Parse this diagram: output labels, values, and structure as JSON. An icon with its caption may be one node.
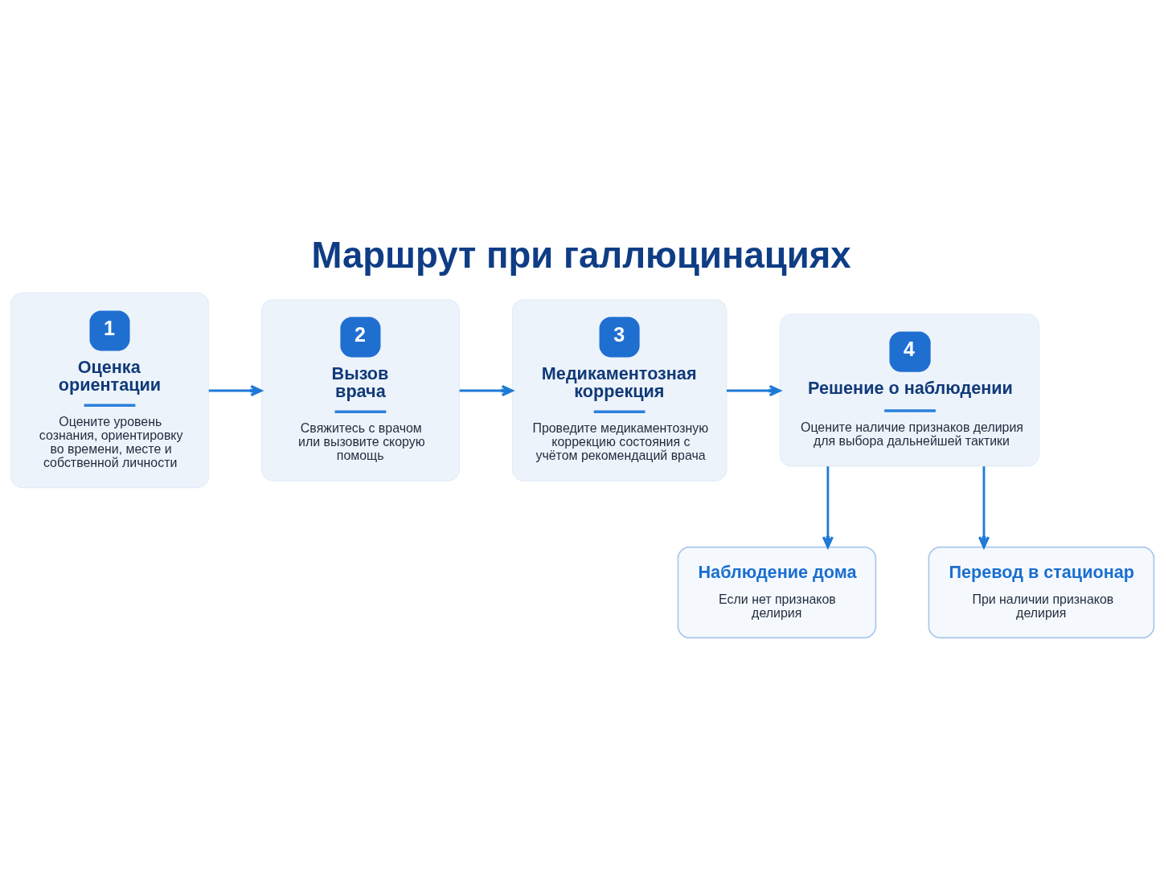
{
  "diagram": {
    "title": "Маршрут при галлюцинациях",
    "nodes": [
      {
        "text": [
          "1",
          "Оценка ориентации",
          "Оцените уровень сознания, ориентировку во времени, месте и собственной личности"
        ]
      },
      {
        "text": [
          "2",
          "Вызов врача",
          "Свяжитесь с врачом или вызовите скорую помощь"
        ]
      },
      {
        "text": [
          "3",
          "Медикаментозная коррекция",
          "Проведите медикаментозную коррекцию состояния с учётом рекомендаций врача"
        ]
      },
      {
        "text": [
          "4",
          "Решение о наблюдении",
          "Оцените наличие признаков делирия для выбора дальнейшей тактики"
        ]
      },
      {
        "text": [
          "Наблюдение дома",
          "Если нет признаков делирия"
        ]
      },
      {
        "text": [
          "Перевод в стационар",
          "При наличии признаков делирия"
        ]
      }
    ],
    "edges": [
      {
        "from": 0,
        "to": 1,
        "arrow": "to"
      },
      {
        "from": 1,
        "to": 2,
        "arrow": "to"
      },
      {
        "from": 2,
        "to": 3,
        "arrow": "to"
      },
      {
        "from": 3,
        "to": 4,
        "arrow": "to"
      },
      {
        "from": 3,
        "to": 5,
        "arrow": "to"
      }
    ]
  }
}
